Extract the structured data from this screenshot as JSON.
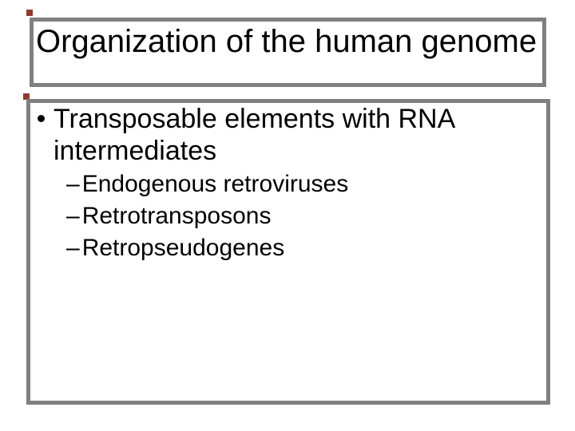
{
  "slide": {
    "background_color": "#ffffff",
    "box_border_color": "#808080",
    "text_color": "#000000",
    "accent_square_color": "#8f3b2f"
  },
  "title_box": {
    "title": "Organization of the human genome"
  },
  "content_box": {
    "bullet_char": "•",
    "dash_char": "–",
    "main_item": {
      "line1": "Transposable elements with RNA",
      "line2": "intermediates"
    },
    "sub_items": [
      {
        "label": "Endogenous retroviruses"
      },
      {
        "label": "Retrotransposons"
      },
      {
        "label": "Retropseudogenes"
      }
    ]
  }
}
